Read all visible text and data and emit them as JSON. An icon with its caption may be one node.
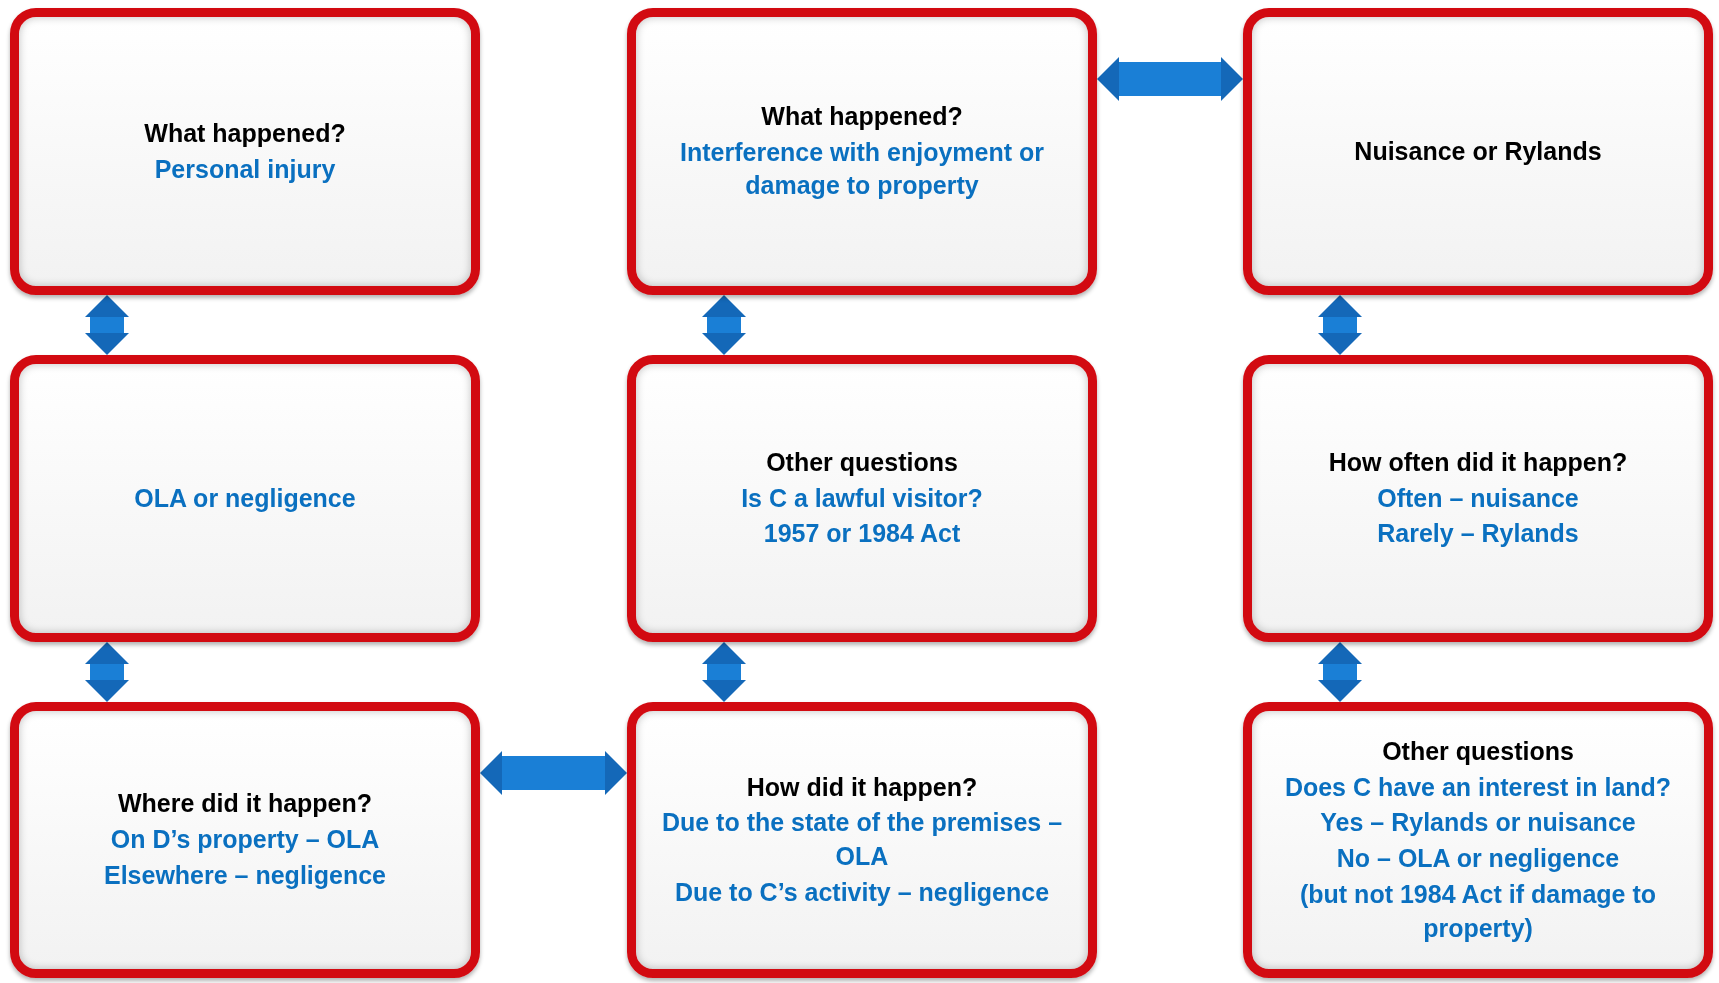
{
  "diagram": {
    "nodes": [
      {
        "text": [
          "What happened?",
          "Personal injury"
        ]
      },
      {
        "text": [
          "What happened?",
          "Interference with enjoyment or damage to property"
        ]
      },
      {
        "text": [
          "Nuisance or Rylands"
        ]
      },
      {
        "text": [
          "OLA or negligence"
        ]
      },
      {
        "text": [
          "Other questions",
          "Is C a lawful visitor?",
          "1957 or 1984 Act"
        ]
      },
      {
        "text": [
          "How often did it happen?",
          "Often – nuisance",
          "Rarely – Rylands"
        ]
      },
      {
        "text": [
          "Where did it happen?",
          "On D’s property – OLA",
          "Elsewhere – negligence"
        ]
      },
      {
        "text": [
          "How did it happen?",
          "Due to the state of the premises – OLA",
          "Due to C’s activity – negligence"
        ]
      },
      {
        "text": [
          "Other questions",
          "Does C have an interest in land?",
          "Yes – Rylands or nuisance",
          "No – OLA or negligence",
          "(but not 1984 Act if damage to property)"
        ]
      }
    ],
    "edges": [
      {
        "from": 1,
        "to": 2,
        "arrow": "both"
      },
      {
        "from": 0,
        "to": 3,
        "arrow": "both"
      },
      {
        "from": 1,
        "to": 4,
        "arrow": "both"
      },
      {
        "from": 2,
        "to": 5,
        "arrow": "both"
      },
      {
        "from": 3,
        "to": 6,
        "arrow": "both"
      },
      {
        "from": 4,
        "to": 7,
        "arrow": "both"
      },
      {
        "from": 5,
        "to": 8,
        "arrow": "both"
      },
      {
        "from": 6,
        "to": 7,
        "arrow": "both"
      }
    ]
  }
}
